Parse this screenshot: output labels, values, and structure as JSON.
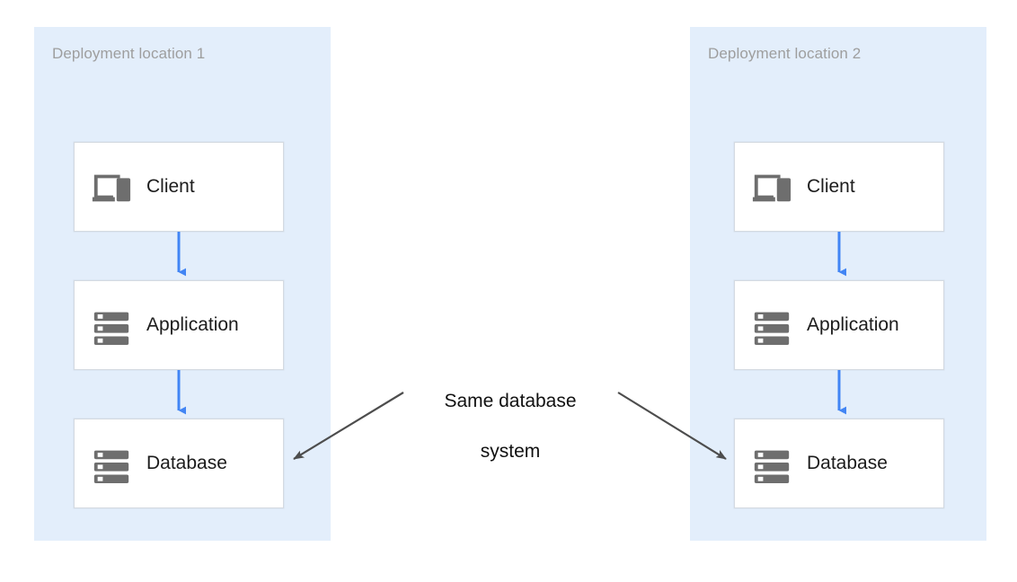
{
  "diagram": {
    "title_text": "Same database system",
    "background_color": "#ffffff",
    "zone_color": "#e3eefb",
    "flow_arrow_color": "#4285f4",
    "annotation_arrow_color": "#4d4d4d",
    "icon_color": "#6e6e6e",
    "zones": [
      {
        "id": "zone-1",
        "label": "Deployment location 1",
        "nodes": [
          {
            "id": "client-1",
            "label": "Client",
            "icon": "devices-icon"
          },
          {
            "id": "application-1",
            "label": "Application",
            "icon": "server-icon"
          },
          {
            "id": "database-1",
            "label": "Database",
            "icon": "server-icon"
          }
        ]
      },
      {
        "id": "zone-2",
        "label": "Deployment location 2",
        "nodes": [
          {
            "id": "client-2",
            "label": "Client",
            "icon": "devices-icon"
          },
          {
            "id": "application-2",
            "label": "Application",
            "icon": "server-icon"
          },
          {
            "id": "database-2",
            "label": "Database",
            "icon": "server-icon"
          }
        ]
      }
    ],
    "annotation": {
      "line1": "Same database",
      "line2": "system"
    }
  }
}
